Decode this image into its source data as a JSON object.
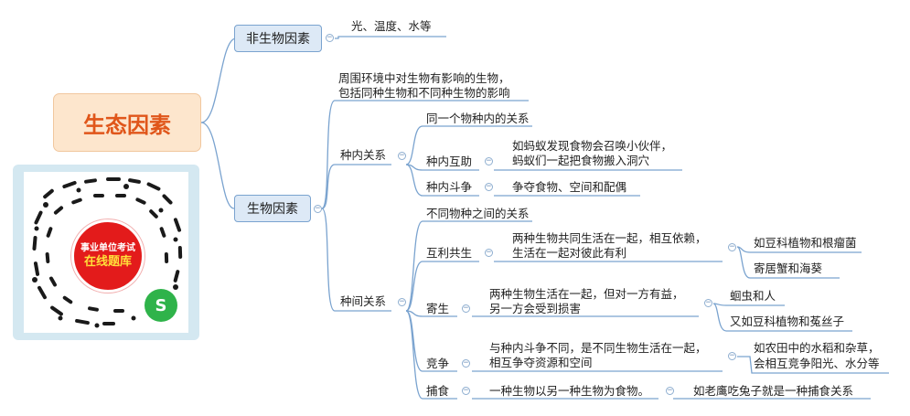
{
  "root": {
    "title": "生态因素"
  },
  "qr": {
    "line1": "事业单位考试",
    "line2": "在线题库"
  },
  "abiotic": {
    "label": "非生物因素",
    "detail": "光、温度、水等"
  },
  "biotic": {
    "label": "生物因素",
    "desc_line1": "周围环境中对生物有影响的生物，",
    "desc_line2": "包括同种生物和不同种生物的影响",
    "intra": {
      "label": "种内关系",
      "desc": "同一个物种内的关系",
      "mutual": {
        "label": "种内互助",
        "line1": "如蚂蚁发现食物会召唤小伙伴，",
        "line2": "蚂蚁们一起把食物搬入洞穴"
      },
      "struggle": {
        "label": "种内斗争",
        "text": "争夺食物、空间和配偶"
      }
    },
    "inter": {
      "label": "种间关系",
      "desc": "不同物种之间的关系",
      "symbiosis": {
        "label": "互利共生",
        "line1": "两种生物共同生活在一起，相互依赖，",
        "line2": "生活在一起对彼此有利",
        "ex1": "如豆科植物和根瘤菌",
        "ex2": "寄居蟹和海葵"
      },
      "parasitism": {
        "label": "寄生",
        "line1": "两种生物生活在一起，但对一方有益，",
        "line2": "另一方会受到损害",
        "ex1": "蛔虫和人",
        "ex2": "又如豆科植物和菟丝子"
      },
      "competition": {
        "label": "竞争",
        "line1": "与种内斗争不同，是不同生物生活在一起，",
        "line2": "相互争夺资源和空间",
        "ex1": "如农田中的水稻和杂草，",
        "ex2": "会相互竞争阳光、水分等"
      },
      "predation": {
        "label": "捕食",
        "text": "一种生物以另一种生物为食物。",
        "example": "如老鹰吃兔子就是一种捕食关系"
      }
    }
  }
}
